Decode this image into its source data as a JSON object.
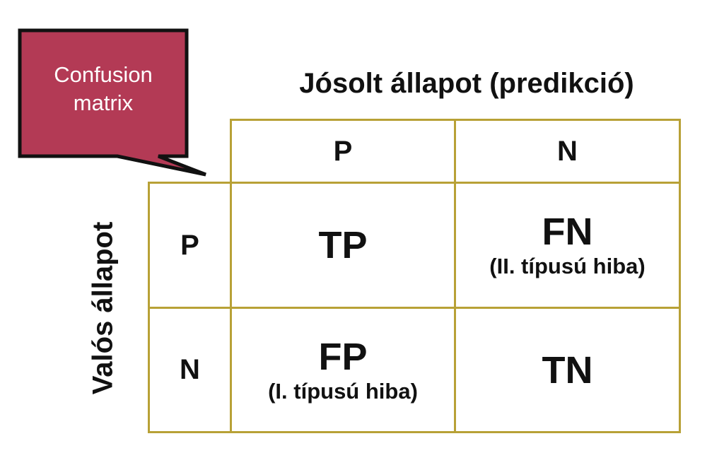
{
  "callout": {
    "line1": "Confusion",
    "line2": "matrix",
    "fill_color": "#b33a55",
    "border_color": "#111111"
  },
  "matrix": {
    "predicted_title": "Jósolt állapot (predikció)",
    "actual_title": "Valós állapot",
    "grid_color": "#b8a136",
    "predicted_labels": {
      "p": "P",
      "n": "N"
    },
    "actual_labels": {
      "p": "P",
      "n": "N"
    },
    "cells": {
      "tp": {
        "label": "TP"
      },
      "fn": {
        "label": "FN",
        "note": "(II. típusú hiba)"
      },
      "fp": {
        "label": "FP",
        "note": "(I. típusú hiba)"
      },
      "tn": {
        "label": "TN"
      }
    }
  }
}
